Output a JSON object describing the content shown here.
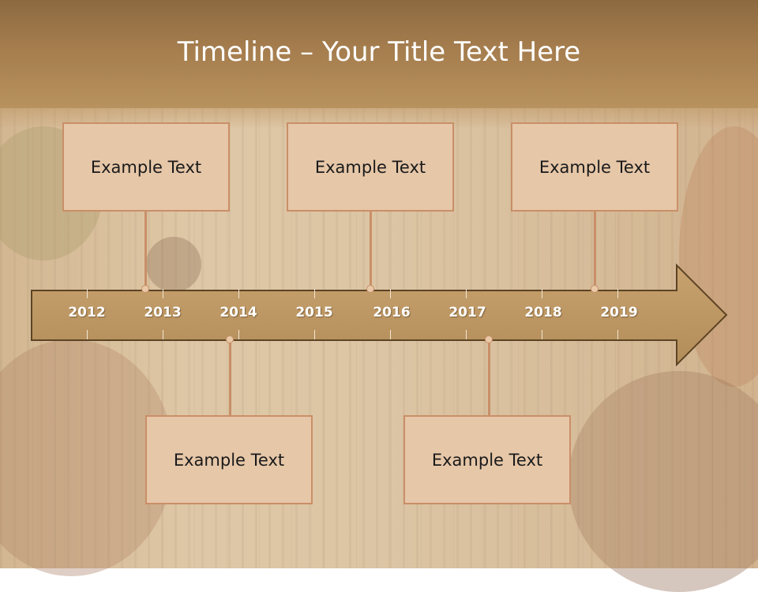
{
  "title": "Timeline – Your Title Text Here",
  "timeline": {
    "years": [
      "2012",
      "2013",
      "2014",
      "2015",
      "2016",
      "2017",
      "2018",
      "2019"
    ]
  },
  "events": [
    {
      "text": "Example Text",
      "position": "above"
    },
    {
      "text": "Example Text",
      "position": "above"
    },
    {
      "text": "Example Text",
      "position": "above"
    },
    {
      "text": "Example Text",
      "position": "below"
    },
    {
      "text": "Example Text",
      "position": "below"
    }
  ],
  "colors": {
    "title_bar": "#a57d4e",
    "arrow_fill": "#bf9a66",
    "arrow_stroke": "#5c4424",
    "box_fill": "#e6c7a8",
    "box_border": "#c98f68"
  }
}
